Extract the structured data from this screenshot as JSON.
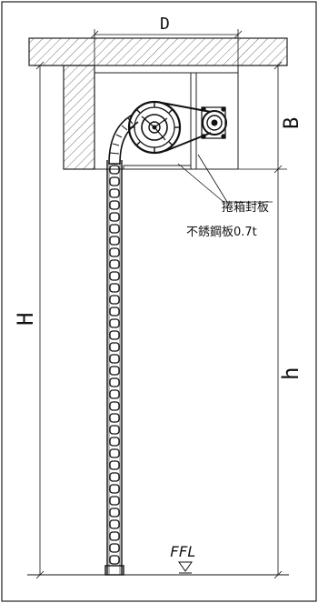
{
  "drawing": {
    "dimension_labels": {
      "D": "D",
      "B": "B",
      "H": "H",
      "h": "h"
    },
    "floor_label": "FFL",
    "callouts": {
      "box_cover": "捲箱封板",
      "stainless_plate": "不銹鋼板0.7t"
    }
  }
}
